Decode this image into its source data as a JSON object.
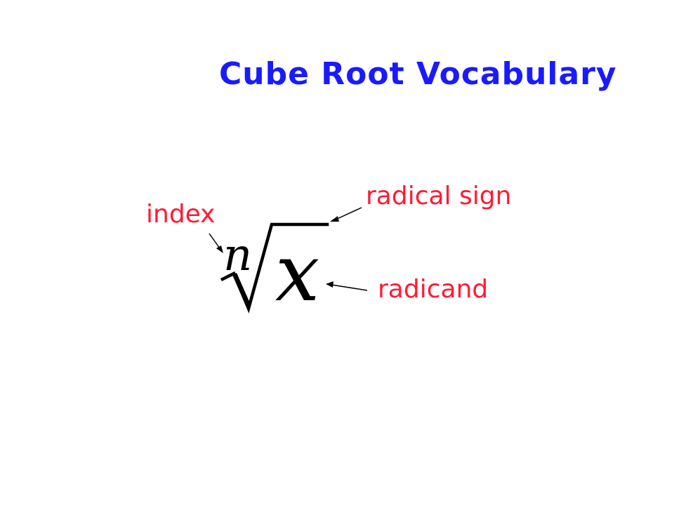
{
  "title": "Cube Root Vocabulary",
  "labels": {
    "radical_sign": "radical sign",
    "index": "index",
    "radicand": "radicand"
  },
  "expression": {
    "index_symbol": "n",
    "radicand_symbol": "x"
  },
  "colors": {
    "title": "#1a1aff",
    "label": "#ff1a33",
    "ink": "#000000"
  }
}
